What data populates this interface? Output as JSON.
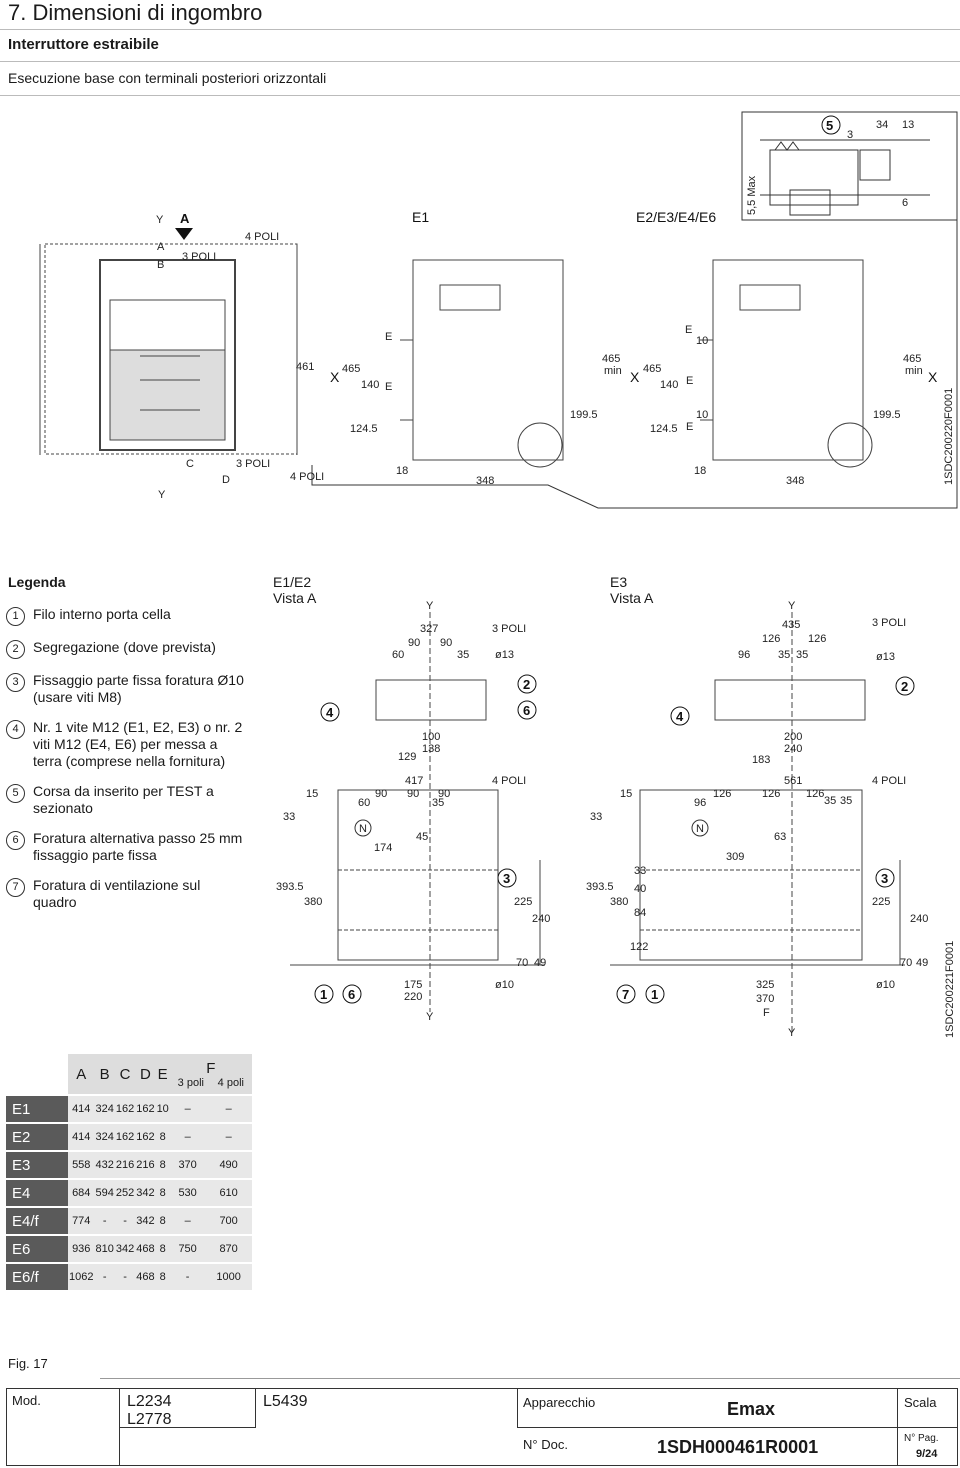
{
  "header": {
    "title": "7.   Dimensioni di ingombro",
    "subtitle": "Interruttore estraibile",
    "description": "Esecuzione base con terminali posteriori orizzontali"
  },
  "top_drawing": {
    "labels": {
      "y": "Y",
      "a": "A",
      "b": "B",
      "c": "C",
      "d": "D",
      "poli3": "3 POLI",
      "poli4": "4 POLI",
      "e1": "E1",
      "e2e6": "E2/E3/E4/E6",
      "x": "X",
      "e": "E",
      "min465": "465",
      "min": "min",
      "max": "5,5 Max",
      "code": "1SDC200220F0001"
    },
    "dims": {
      "d461": "461",
      "d465": "465",
      "d140": "140",
      "d1245": "124.5",
      "d1995": "199.5",
      "d18": "18",
      "d348": "348",
      "d10": "10",
      "d3": "3",
      "d34": "34",
      "d13": "13",
      "d6": "6",
      "n5": "5"
    }
  },
  "legend": {
    "title": "Legenda",
    "items": [
      {
        "num": "1",
        "text": "Filo interno porta cella"
      },
      {
        "num": "2",
        "text": "Segregazione (dove prevista)"
      },
      {
        "num": "3",
        "text": "Fissaggio parte fissa foratura Ø10 (usare viti M8)"
      },
      {
        "num": "4",
        "text": "Nr. 1 vite M12 (E1, E2, E3) o nr. 2 viti M12 (E4, E6) per messa a terra (comprese nella fornitura)"
      },
      {
        "num": "5",
        "text": "Corsa da inserito per TEST a sezionato"
      },
      {
        "num": "6",
        "text": "Foratura alternativa passo 25 mm fissaggio parte fissa"
      },
      {
        "num": "7",
        "text": "Foratura di ventilazione sul quadro"
      }
    ]
  },
  "view1": {
    "title": "E1/E2",
    "sub": "Vista A",
    "dims": {
      "y": "Y",
      "d327": "327",
      "poli3": "3 POLI",
      "d90a": "90",
      "d90b": "90",
      "d60": "60",
      "d35": "35",
      "phi13": "ø13",
      "d100": "100",
      "d138": "138",
      "d129": "129",
      "d417": "417",
      "poli4": "4 POLI",
      "d15": "15",
      "d33": "33",
      "d3935": "393.5",
      "d380": "380",
      "d45": "45",
      "d174": "174",
      "n": "N",
      "d225": "225",
      "d240": "240",
      "d70": "70",
      "d49": "49",
      "d175": "175",
      "d220": "220",
      "phi10": "ø10"
    }
  },
  "view2": {
    "title": "E3",
    "sub": "Vista A",
    "dims": {
      "y": "Y",
      "d435": "435",
      "poli3": "3 POLI",
      "d126a": "126",
      "d126b": "126",
      "d96": "96",
      "d35a": "35",
      "d35b": "35",
      "phi13": "ø13",
      "d200": "200",
      "d240": "240",
      "d183": "183",
      "d561": "561",
      "poli4": "4 POLI",
      "d15": "15",
      "d33": "33",
      "d63": "63",
      "d309": "309",
      "d40": "40",
      "d84": "84",
      "d3935": "393.5",
      "d380": "380",
      "d122": "122",
      "d225": "225",
      "d70": "70",
      "d49": "49",
      "d325": "325",
      "d370": "370",
      "f": "F",
      "phi10": "ø10",
      "n": "N",
      "code": "1SDC200221F0001"
    }
  },
  "table": {
    "headers": [
      "A",
      "B",
      "C",
      "D",
      "E",
      "F"
    ],
    "sub_headers": [
      "3 poli",
      "4 poli"
    ],
    "rows": [
      {
        "name": "E1",
        "values": [
          "414",
          "324",
          "162",
          "162",
          "10",
          "–",
          "–"
        ]
      },
      {
        "name": "E2",
        "values": [
          "414",
          "324",
          "162",
          "162",
          "8",
          "–",
          "–"
        ]
      },
      {
        "name": "E3",
        "values": [
          "558",
          "432",
          "216",
          "216",
          "8",
          "370",
          "490"
        ]
      },
      {
        "name": "E4",
        "values": [
          "684",
          "594",
          "252",
          "342",
          "8",
          "530",
          "610"
        ]
      },
      {
        "name": "E4/f",
        "values": [
          "774",
          "-",
          "-",
          "342",
          "8",
          "–",
          "700"
        ]
      },
      {
        "name": "E6",
        "values": [
          "936",
          "810",
          "342",
          "468",
          "8",
          "750",
          "870"
        ]
      },
      {
        "name": "E6/f",
        "values": [
          "1062",
          "-",
          "-",
          "468",
          "8",
          "-",
          "1000"
        ]
      }
    ]
  },
  "figure": "Fig. 17",
  "footer": {
    "mod_label": "Mod.",
    "mod1": "L2234",
    "mod2": "L2778",
    "mod3": "L5439",
    "apparecchio_label": "Apparecchio",
    "apparecchio": "Emax",
    "scala_label": "Scala",
    "doc_label": "N° Doc.",
    "doc": "1SDH000461R0001",
    "pag_label": "N° Pag.",
    "pag": "9/24"
  }
}
